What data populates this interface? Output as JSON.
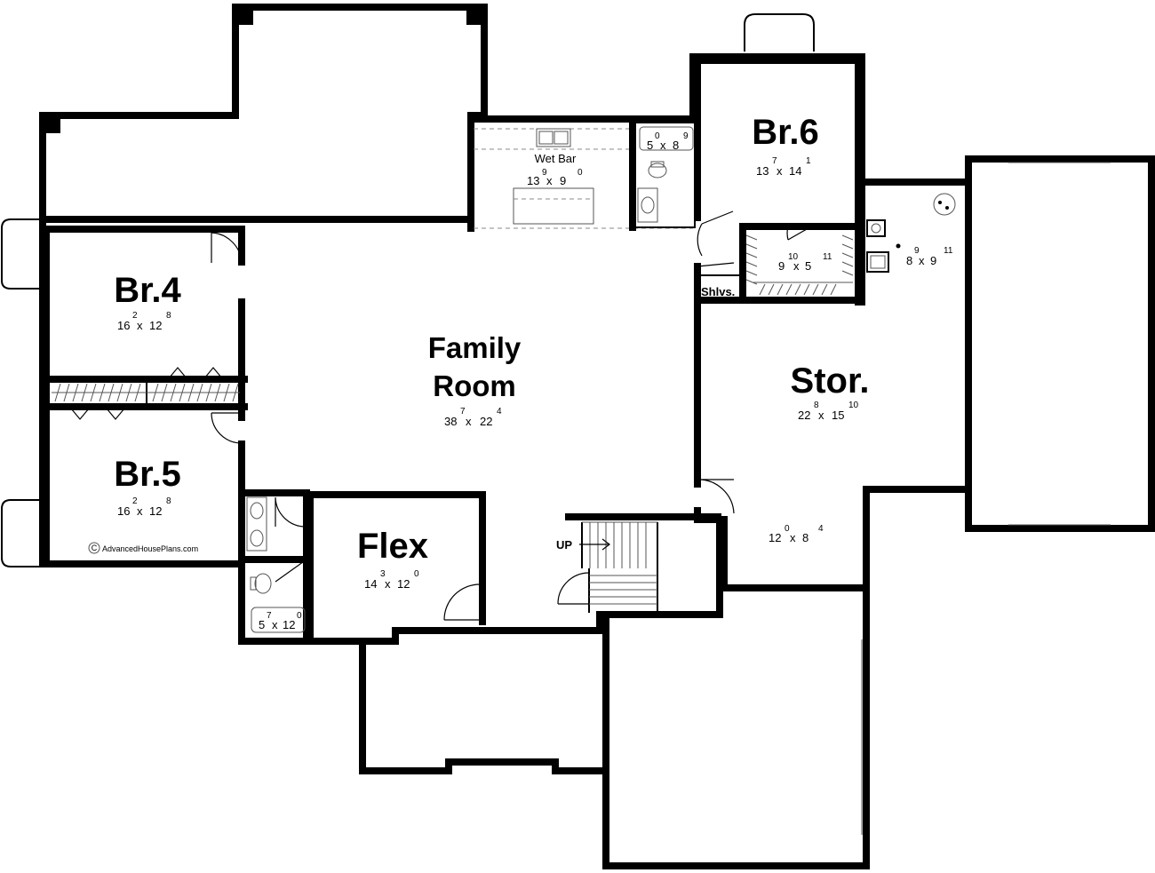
{
  "rooms": {
    "br4": {
      "name": "Br.4",
      "w_ft": "16",
      "w_in": "2",
      "x": "x",
      "l_ft": "12",
      "l_in": "8"
    },
    "br5": {
      "name": "Br.5",
      "w_ft": "16",
      "w_in": "2",
      "x": "x",
      "l_ft": "12",
      "l_in": "8"
    },
    "br6": {
      "name": "Br.6",
      "w_ft": "13",
      "w_in": "7",
      "x": "x",
      "l_ft": "14",
      "l_in": "1"
    },
    "family": {
      "name_line1": "Family",
      "name_line2": "Room",
      "w_ft": "38",
      "w_in": "7",
      "x": "x",
      "l_ft": "22",
      "l_in": "4"
    },
    "flex": {
      "name": "Flex",
      "w_ft": "14",
      "w_in": "3",
      "x": "x",
      "l_ft": "12",
      "l_in": "0"
    },
    "stor": {
      "name": "Stor.",
      "w_ft": "22",
      "w_in": "8",
      "x": "x",
      "l_ft": "15",
      "l_in": "10"
    },
    "wetbar": {
      "name": "Wet Bar",
      "w_ft": "13",
      "w_in": "9",
      "x": "x",
      "l_ft": "9",
      "l_in": "0"
    },
    "bath_top": {
      "w_ft": "5",
      "w_in": "0",
      "x": "x",
      "l_ft": "8",
      "l_in": "9"
    },
    "bath_bottom": {
      "w_ft": "5",
      "w_in": "7",
      "x": "x",
      "l_ft": "12",
      "l_in": "0"
    },
    "closet_br6": {
      "w_ft": "9",
      "w_in": "10",
      "x": "x",
      "l_ft": "5",
      "l_in": "11"
    },
    "mech": {
      "w_ft": "8",
      "w_in": "9",
      "x": "x",
      "l_ft": "9",
      "l_in": "11"
    },
    "stor_small": {
      "w_ft": "12",
      "w_in": "0",
      "x": "x",
      "l_ft": "8",
      "l_in": "4"
    },
    "shelves": {
      "name": "Shlvs."
    }
  },
  "stairs": {
    "label": "UP"
  },
  "copyright": {
    "symbol": "C",
    "text": "AdvancedHousePlans.com"
  }
}
